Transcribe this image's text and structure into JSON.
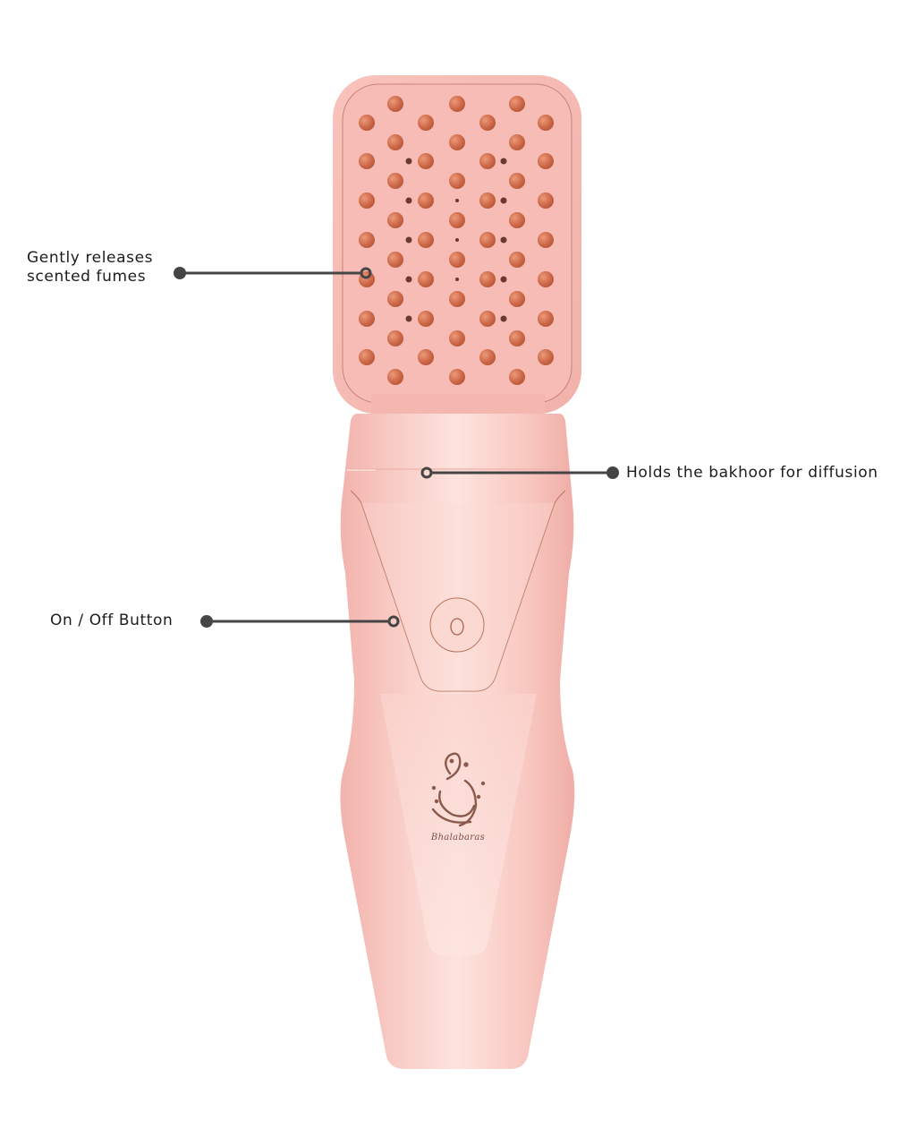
{
  "callouts": [
    {
      "id": "fumes",
      "line1": "Gently releases",
      "line2": "scented fumes"
    },
    {
      "id": "bakhoor",
      "text": "Holds the bakhoor for diffusion"
    },
    {
      "id": "power",
      "text": "On / Off Button"
    }
  ],
  "device": {
    "brand_script": "Bhalabaras",
    "power_button_icon": "power-ring-icon",
    "colors": {
      "body": "#f7c3bd",
      "body_light": "#fcdcd6",
      "bristle": "#d3714f",
      "vent_hole": "#6b3a2c",
      "accent_line": "#b9735e",
      "callout_line": "#454545"
    }
  },
  "chart_data": null
}
